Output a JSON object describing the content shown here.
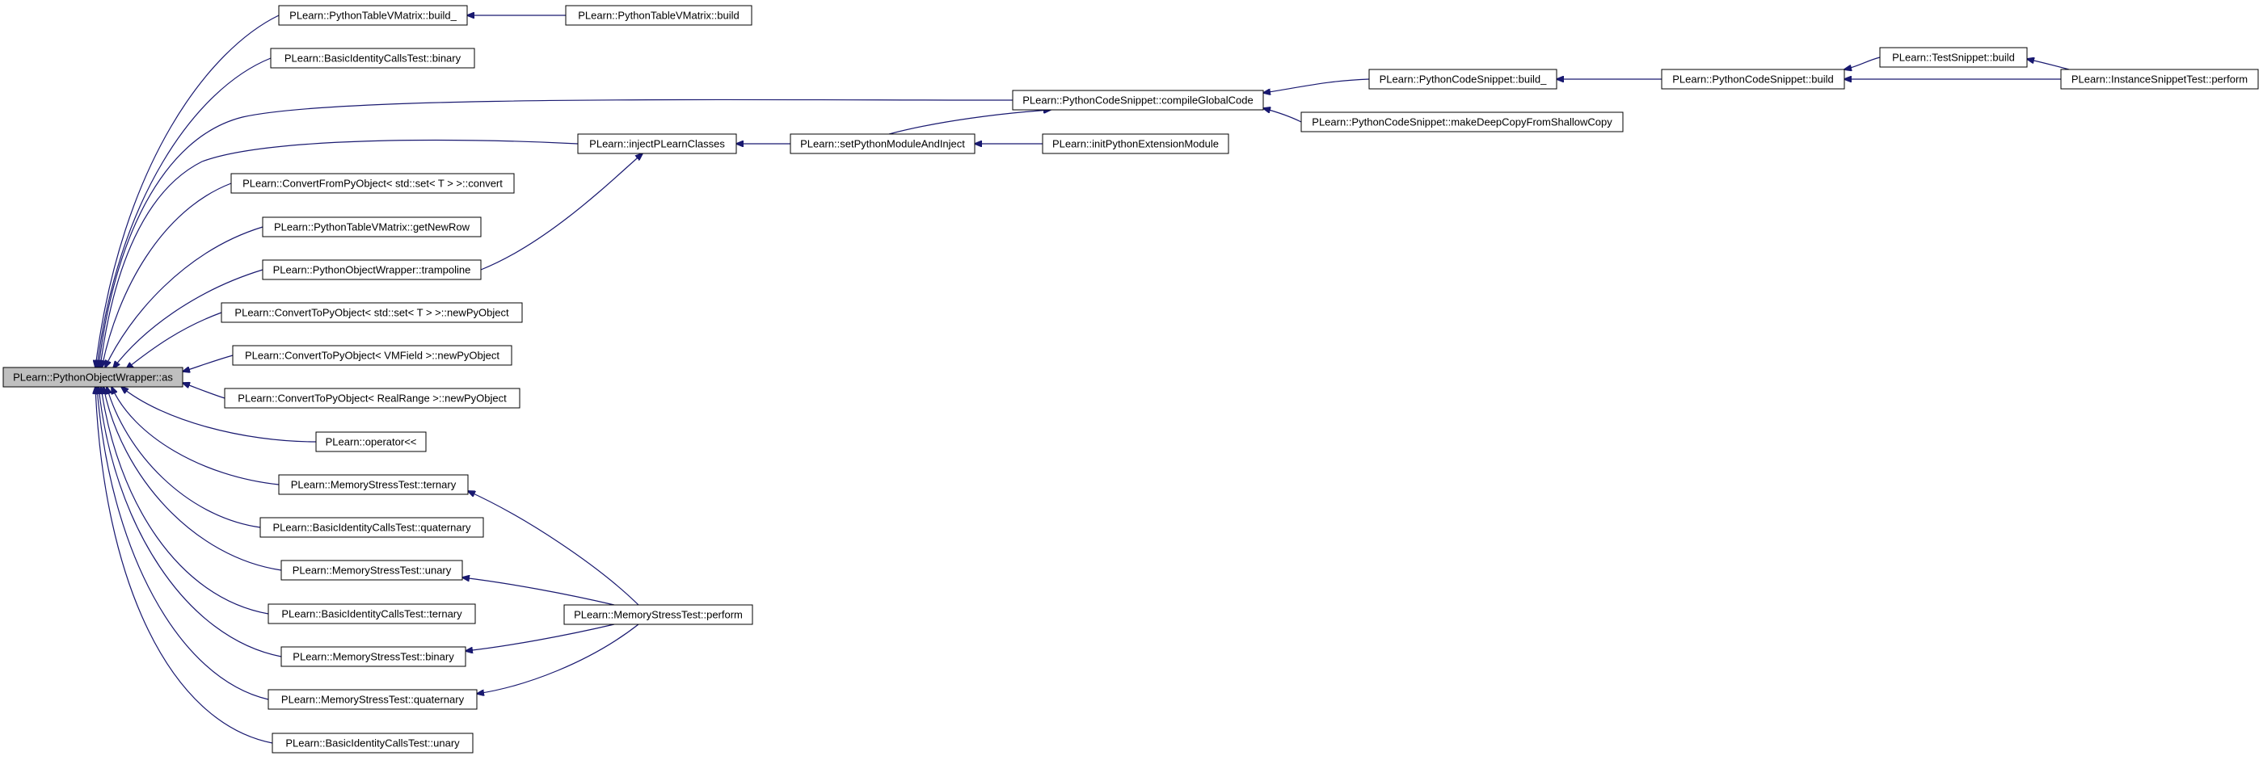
{
  "graph": {
    "colors": {
      "edge": "#191970",
      "node_border": "#000000",
      "node_fill": "#ffffff",
      "focus_fill": "#bfbfbf",
      "text": "#000000",
      "background": "#ffffff"
    },
    "nodes": [
      {
        "id": "as",
        "label": "PLearn::PythonObjectWrapper::as",
        "focus": true
      },
      {
        "id": "ptvm_build_",
        "label": "PLearn::PythonTableVMatrix::build_"
      },
      {
        "id": "ptvm_build",
        "label": "PLearn::PythonTableVMatrix::build"
      },
      {
        "id": "bict_binary",
        "label": "PLearn::BasicIdentityCallsTest::binary"
      },
      {
        "id": "pcs_compile",
        "label": "PLearn::PythonCodeSnippet::compileGlobalCode"
      },
      {
        "id": "pcs_build_",
        "label": "PLearn::PythonCodeSnippet::build_"
      },
      {
        "id": "pcs_build",
        "label": "PLearn::PythonCodeSnippet::build"
      },
      {
        "id": "ts_build",
        "label": "PLearn::TestSnippet::build"
      },
      {
        "id": "ist_perform",
        "label": "PLearn::InstanceSnippetTest::perform"
      },
      {
        "id": "pcs_deepcopy",
        "label": "PLearn::PythonCodeSnippet::makeDeepCopyFromShallowCopy"
      },
      {
        "id": "inject",
        "label": "PLearn::injectPLearnClasses"
      },
      {
        "id": "setmod",
        "label": "PLearn::setPythonModuleAndInject"
      },
      {
        "id": "initext",
        "label": "PLearn::initPythonExtensionModule"
      },
      {
        "id": "cfpo_set",
        "label": "PLearn::ConvertFromPyObject< std::set< T > >::convert"
      },
      {
        "id": "ptvm_getnewrow",
        "label": "PLearn::PythonTableVMatrix::getNewRow"
      },
      {
        "id": "pow_trampoline",
        "label": "PLearn::PythonObjectWrapper::trampoline"
      },
      {
        "id": "ctpo_set",
        "label": "PLearn::ConvertToPyObject< std::set< T > >::newPyObject"
      },
      {
        "id": "ctpo_vmfield",
        "label": "PLearn::ConvertToPyObject< VMField >::newPyObject"
      },
      {
        "id": "ctpo_realrange",
        "label": "PLearn::ConvertToPyObject< RealRange >::newPyObject"
      },
      {
        "id": "op_shift",
        "label": "PLearn::operator<<"
      },
      {
        "id": "mst_ternary",
        "label": "PLearn::MemoryStressTest::ternary"
      },
      {
        "id": "bict_quaternary",
        "label": "PLearn::BasicIdentityCallsTest::quaternary"
      },
      {
        "id": "mst_unary",
        "label": "PLearn::MemoryStressTest::unary"
      },
      {
        "id": "mst_perform",
        "label": "PLearn::MemoryStressTest::perform"
      },
      {
        "id": "bict_ternary",
        "label": "PLearn::BasicIdentityCallsTest::ternary"
      },
      {
        "id": "mst_binary",
        "label": "PLearn::MemoryStressTest::binary"
      },
      {
        "id": "mst_quaternary",
        "label": "PLearn::MemoryStressTest::quaternary"
      },
      {
        "id": "bict_unary",
        "label": "PLearn::BasicIdentityCallsTest::unary"
      }
    ],
    "edges": [
      {
        "from": "ptvm_build_",
        "to": "as"
      },
      {
        "from": "bict_binary",
        "to": "as"
      },
      {
        "from": "pcs_compile",
        "to": "as"
      },
      {
        "from": "inject",
        "to": "as"
      },
      {
        "from": "cfpo_set",
        "to": "as"
      },
      {
        "from": "ptvm_getnewrow",
        "to": "as"
      },
      {
        "from": "pow_trampoline",
        "to": "as"
      },
      {
        "from": "ctpo_set",
        "to": "as"
      },
      {
        "from": "ctpo_vmfield",
        "to": "as"
      },
      {
        "from": "ctpo_realrange",
        "to": "as"
      },
      {
        "from": "op_shift",
        "to": "as"
      },
      {
        "from": "mst_ternary",
        "to": "as"
      },
      {
        "from": "bict_quaternary",
        "to": "as"
      },
      {
        "from": "mst_unary",
        "to": "as"
      },
      {
        "from": "bict_ternary",
        "to": "as"
      },
      {
        "from": "mst_binary",
        "to": "as"
      },
      {
        "from": "mst_quaternary",
        "to": "as"
      },
      {
        "from": "bict_unary",
        "to": "as"
      },
      {
        "from": "ptvm_build",
        "to": "ptvm_build_"
      },
      {
        "from": "pcs_build_",
        "to": "pcs_compile"
      },
      {
        "from": "pcs_deepcopy",
        "to": "pcs_compile"
      },
      {
        "from": "setmod",
        "to": "pcs_compile"
      },
      {
        "from": "pcs_build",
        "to": "pcs_build_"
      },
      {
        "from": "ts_build",
        "to": "pcs_build"
      },
      {
        "from": "ist_perform",
        "to": "pcs_build"
      },
      {
        "from": "ist_perform",
        "to": "ts_build"
      },
      {
        "from": "setmod",
        "to": "inject"
      },
      {
        "from": "pow_trampoline",
        "to": "inject"
      },
      {
        "from": "initext",
        "to": "setmod"
      },
      {
        "from": "mst_perform",
        "to": "mst_ternary"
      },
      {
        "from": "mst_perform",
        "to": "mst_unary"
      },
      {
        "from": "mst_perform",
        "to": "mst_binary"
      },
      {
        "from": "mst_perform",
        "to": "mst_quaternary"
      }
    ]
  }
}
